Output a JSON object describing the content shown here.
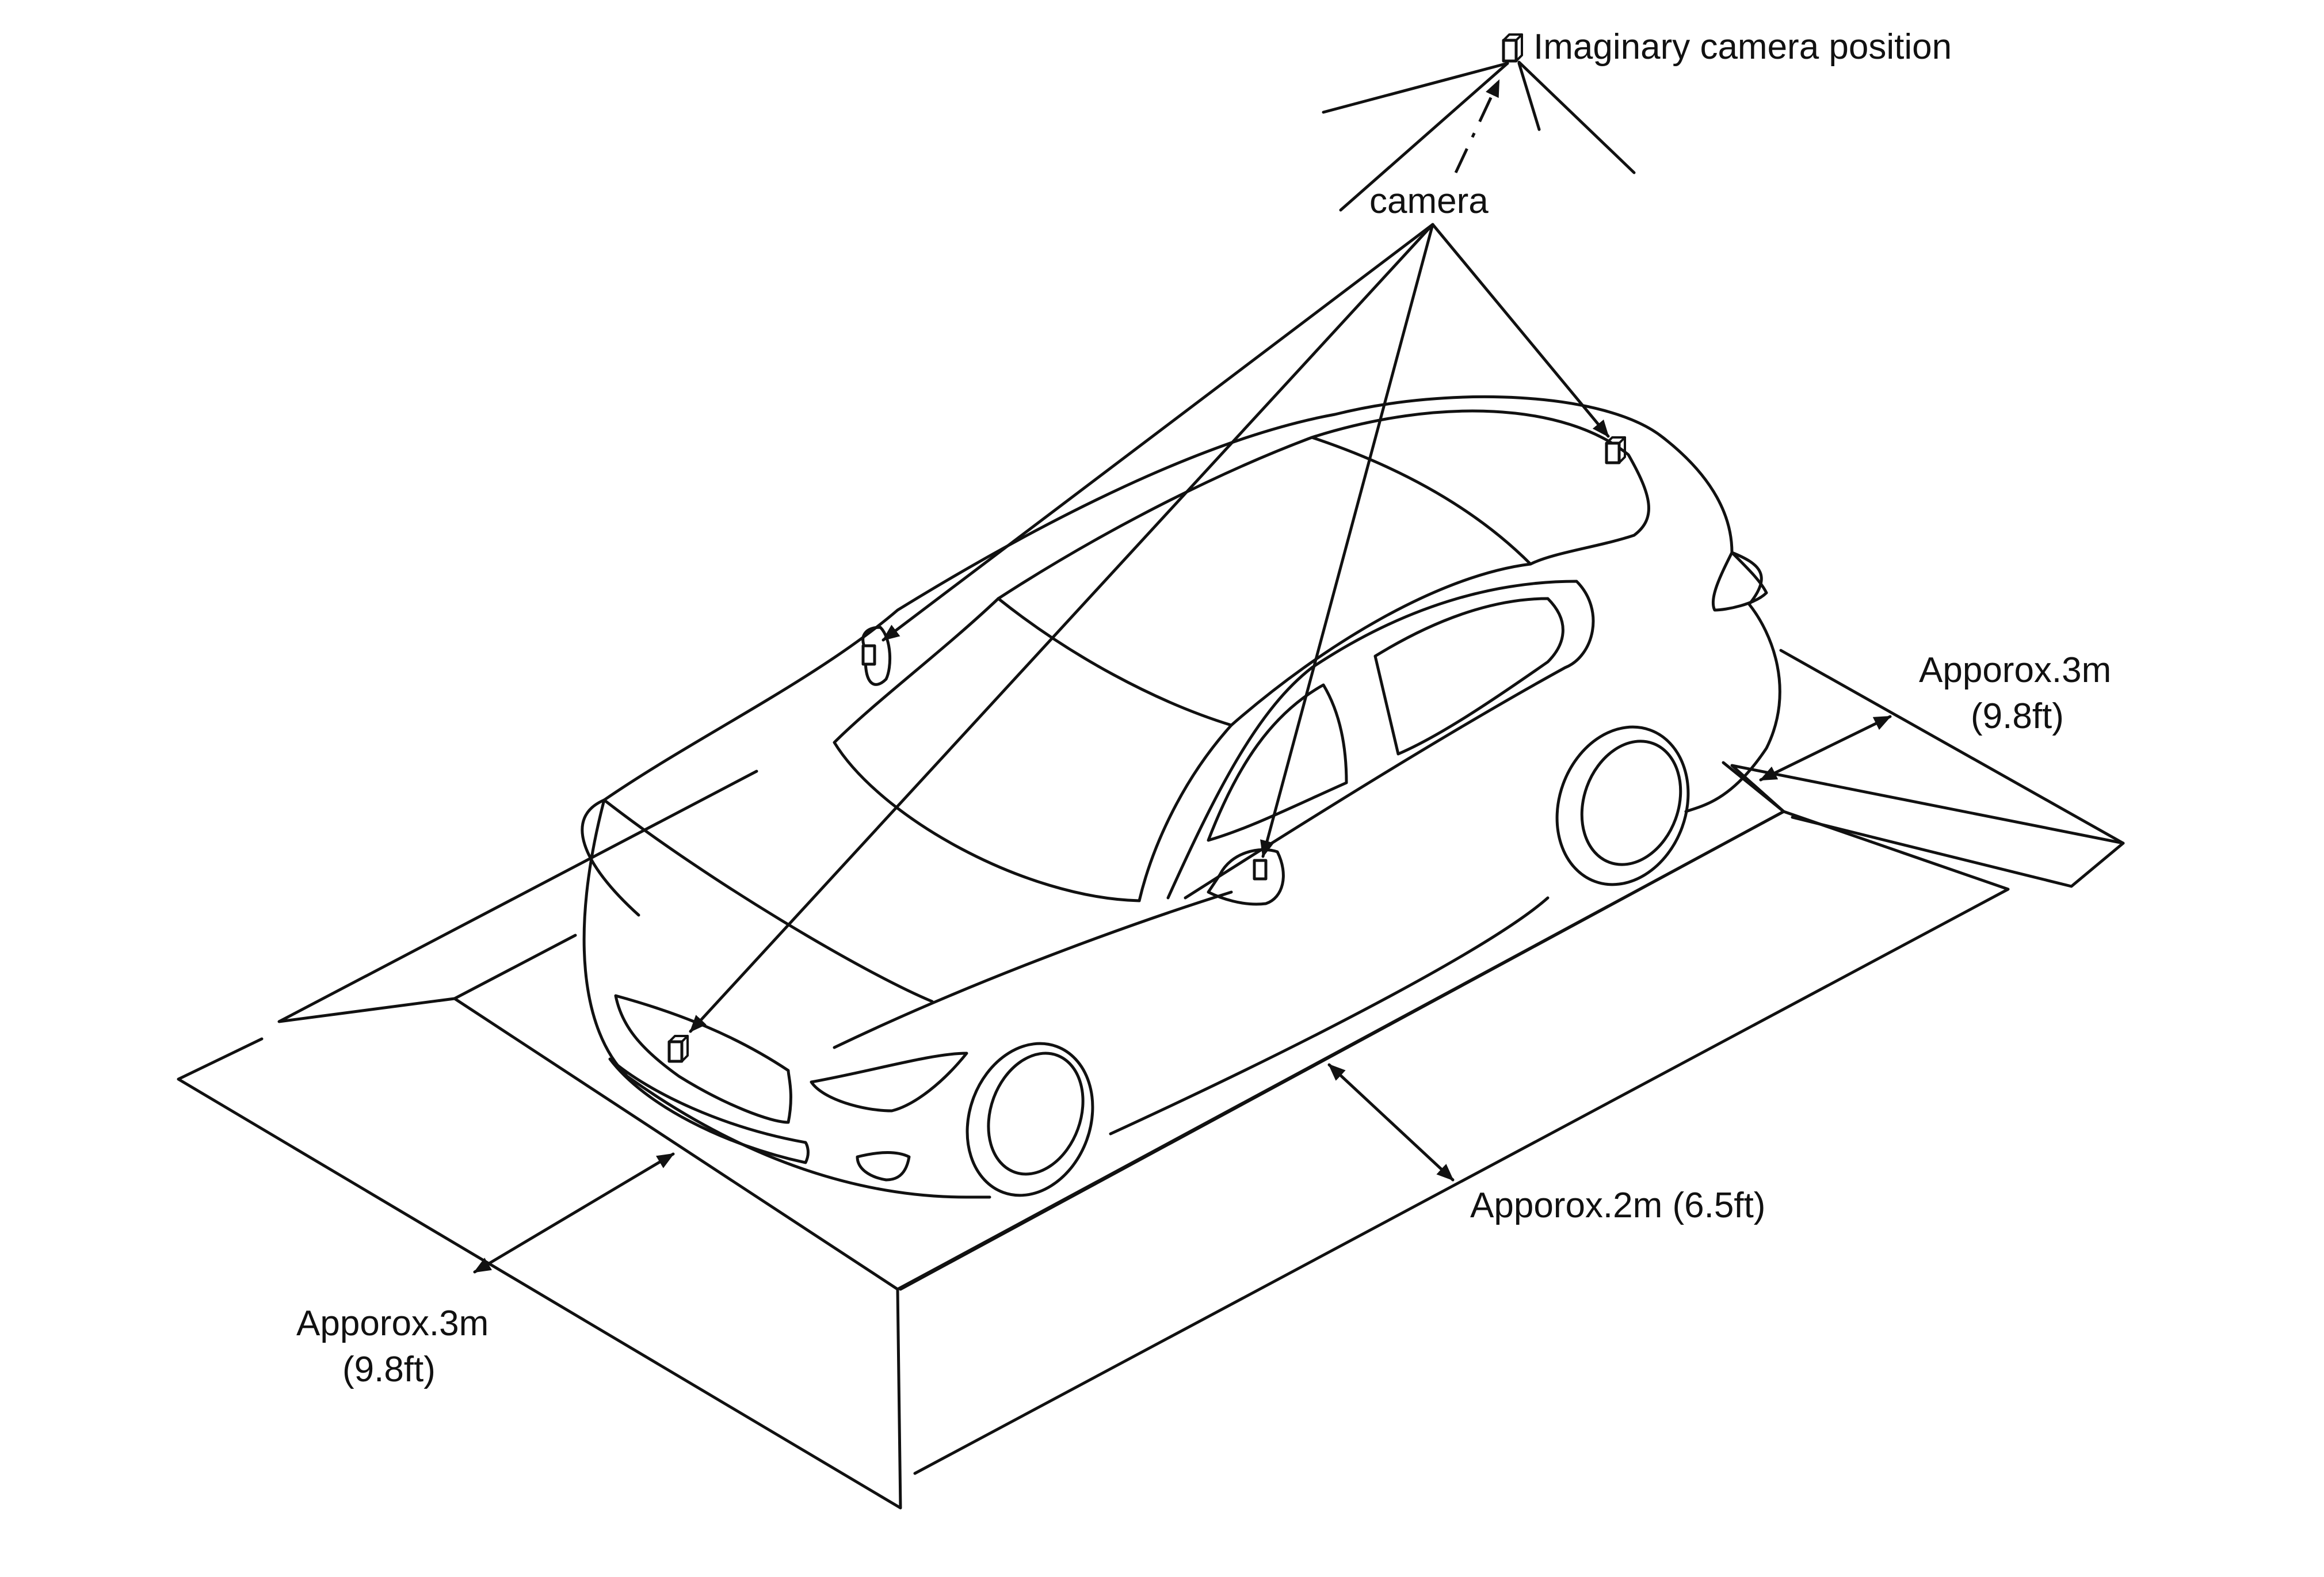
{
  "labels": {
    "imaginary_camera": "Imaginary camera position",
    "camera": "camera",
    "right_distance_line1": "Apporox.3m",
    "right_distance_line2": "(9.8ft)",
    "side_distance": "Apporox.2m (6.5ft)",
    "front_distance_line1": "Apporox.3m",
    "front_distance_line2": "(9.8ft)"
  }
}
